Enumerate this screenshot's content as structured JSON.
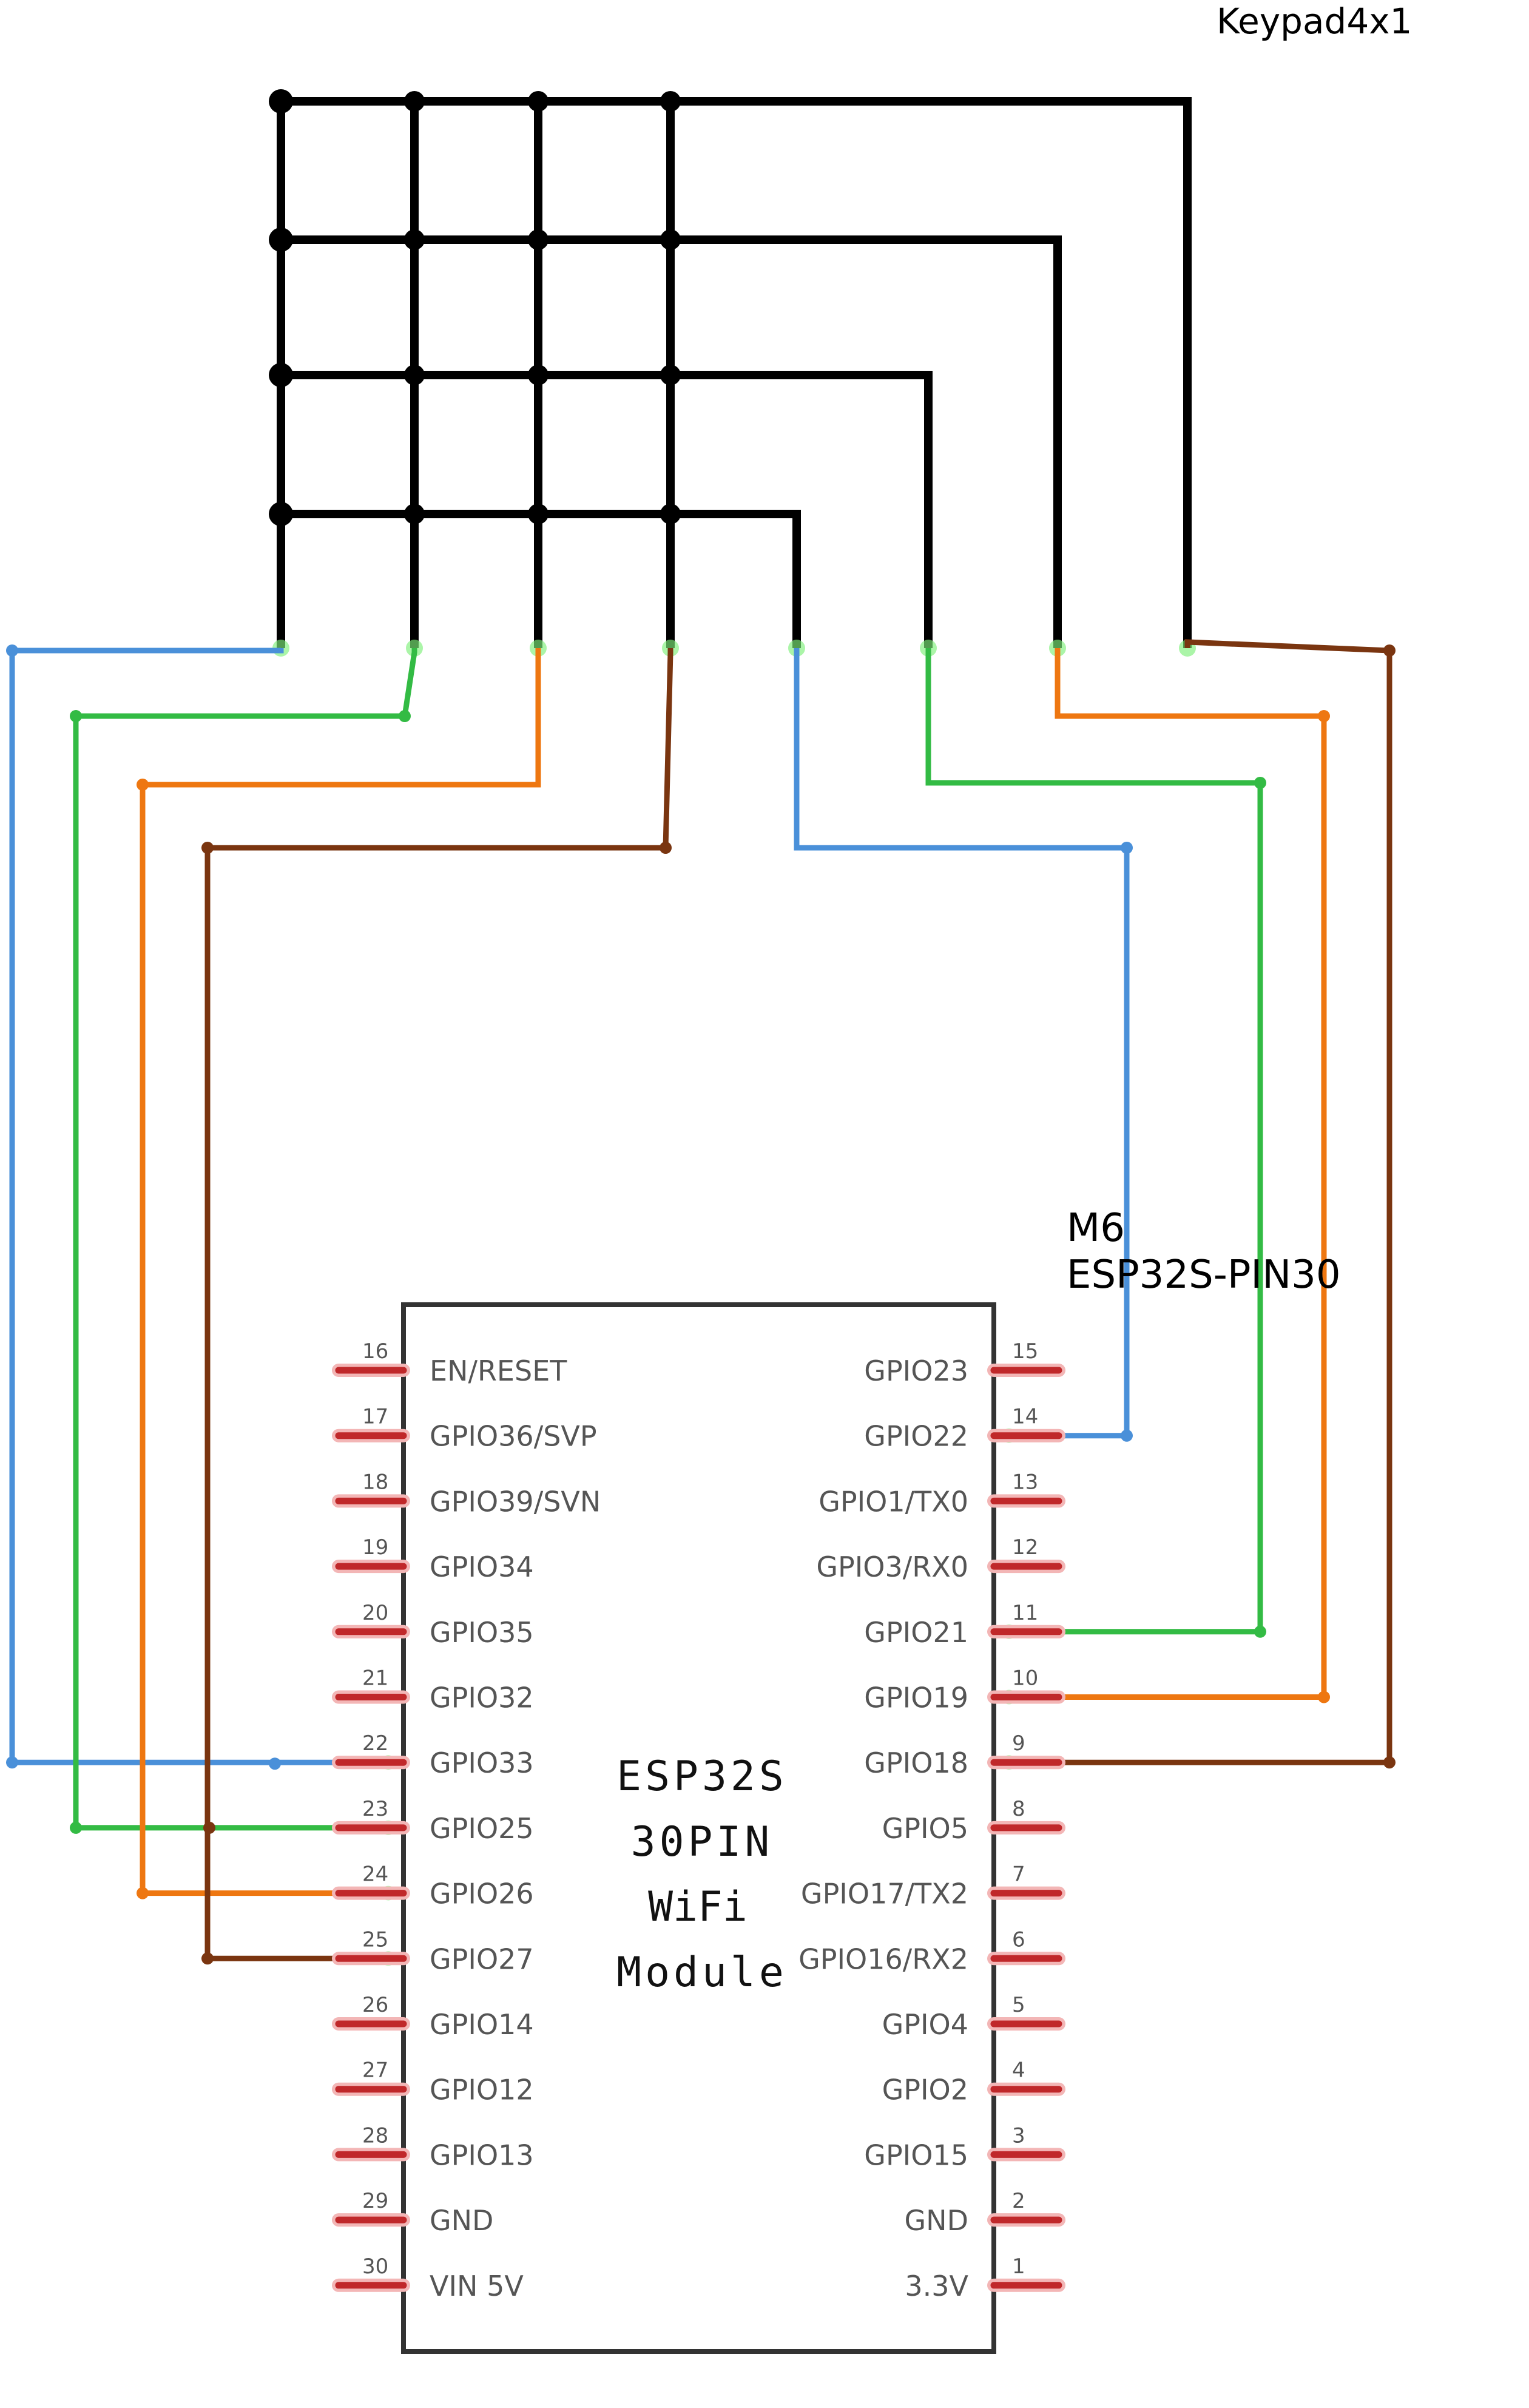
{
  "keypad": {
    "title": "Keypad4x1",
    "rows": 4,
    "cols": 4,
    "wire_color": "#000000"
  },
  "module": {
    "ref": "M6",
    "part": "ESP32S-PIN30",
    "chip_lines": [
      "ESP32S",
      "30PIN",
      "WiFi",
      "Module"
    ],
    "pin_color": "#c0282a",
    "left_pins": [
      {
        "num": "16",
        "name": "EN/RESET"
      },
      {
        "num": "17",
        "name": "GPIO36/SVP"
      },
      {
        "num": "18",
        "name": "GPIO39/SVN"
      },
      {
        "num": "19",
        "name": "GPIO34"
      },
      {
        "num": "20",
        "name": "GPIO35"
      },
      {
        "num": "21",
        "name": "GPIO32"
      },
      {
        "num": "22",
        "name": "GPIO33"
      },
      {
        "num": "23",
        "name": "GPIO25"
      },
      {
        "num": "24",
        "name": "GPIO26"
      },
      {
        "num": "25",
        "name": "GPIO27"
      },
      {
        "num": "26",
        "name": "GPIO14"
      },
      {
        "num": "27",
        "name": "GPIO12"
      },
      {
        "num": "28",
        "name": "GPIO13"
      },
      {
        "num": "29",
        "name": "GND"
      },
      {
        "num": "30",
        "name": "VIN 5V"
      }
    ],
    "right_pins": [
      {
        "num": "15",
        "name": "GPIO23"
      },
      {
        "num": "14",
        "name": "GPIO22"
      },
      {
        "num": "13",
        "name": "GPIO1/TX0"
      },
      {
        "num": "12",
        "name": "GPIO3/RX0"
      },
      {
        "num": "11",
        "name": "GPIO21"
      },
      {
        "num": "10",
        "name": "GPIO19"
      },
      {
        "num": "9",
        "name": "GPIO18"
      },
      {
        "num": "8",
        "name": "GPIO5"
      },
      {
        "num": "7",
        "name": "GPIO17/TX2"
      },
      {
        "num": "6",
        "name": "GPIO16/RX2"
      },
      {
        "num": "5",
        "name": "GPIO4"
      },
      {
        "num": "4",
        "name": "GPIO2"
      },
      {
        "num": "3",
        "name": "GPIO15"
      },
      {
        "num": "2",
        "name": "GND"
      },
      {
        "num": "1",
        "name": "3.3V"
      }
    ]
  },
  "wire_colors": {
    "blue": "#4a90d9",
    "green": "#33bb44",
    "orange": "#ee7711",
    "brown": "#7a3510"
  },
  "connections": [
    {
      "keypad_line": "col 1",
      "pin": "22",
      "color": "blue"
    },
    {
      "keypad_line": "col 2",
      "pin": "23",
      "color": "green"
    },
    {
      "keypad_line": "col 3",
      "pin": "24",
      "color": "orange"
    },
    {
      "keypad_line": "col 4",
      "pin": "25",
      "color": "brown"
    },
    {
      "keypad_line": "row 4",
      "pin": "14",
      "color": "blue"
    },
    {
      "keypad_line": "row 3",
      "pin": "11",
      "color": "green"
    },
    {
      "keypad_line": "row 2",
      "pin": "10",
      "color": "orange"
    },
    {
      "keypad_line": "row 1",
      "pin": "9",
      "color": "brown"
    }
  ]
}
